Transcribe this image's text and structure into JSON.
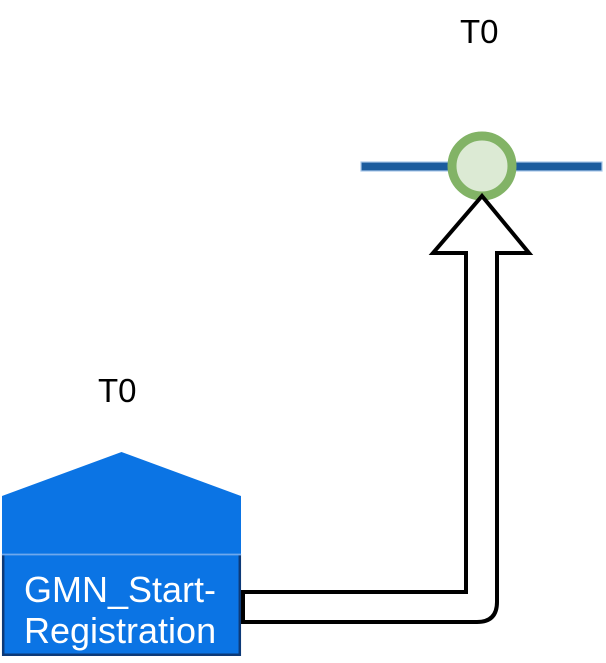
{
  "diagram": {
    "timeline": {
      "time_label": "T0"
    },
    "source_block": {
      "time_label": "T0",
      "lines": [
        "GMN_Start-",
        "Registration"
      ]
    }
  },
  "colors": {
    "background": "#ffffff",
    "timeline_blue": "#1b5c9e",
    "timeline_edge": "#a9c8e9",
    "event_ring_green": "#82b366",
    "event_fill_green": "#dcead4",
    "arrow_fill": "#ffffff",
    "arrow_stroke": "#000000",
    "block_blue": "#0b74e4",
    "block_border_dark": "#0d3a78",
    "block_divider_light": "#6fa8ec",
    "label_dark": "#000000",
    "label_light": "#ffffff"
  }
}
